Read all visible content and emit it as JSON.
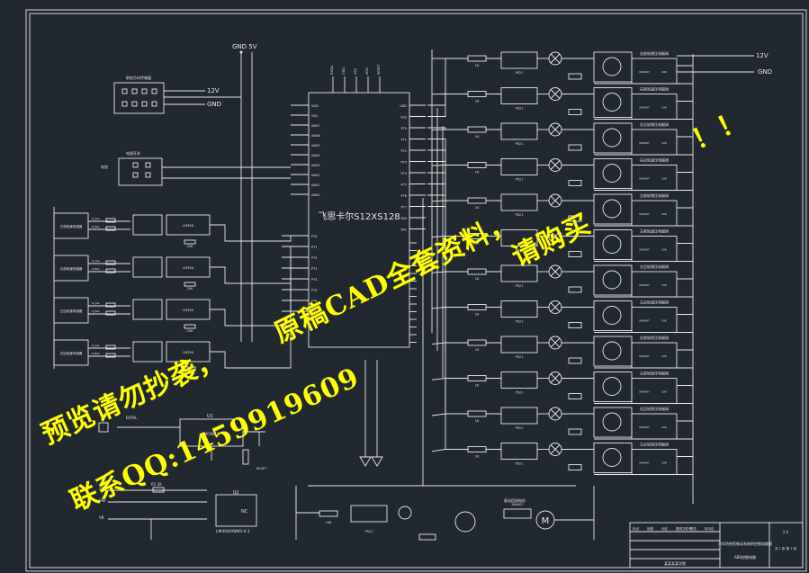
{
  "power": {
    "gnd_5v": "GND 5V",
    "v12": "12V",
    "gnd": "GND"
  },
  "mcu": {
    "name": "飞思卡尔S12XS128",
    "left_pins": [
      "VDD",
      "VSS",
      "AN07",
      "AN06",
      "AN05",
      "AN04",
      "AN03",
      "AN02",
      "AN01",
      "AN00"
    ],
    "left_pins2": [
      "PT0",
      "PT1",
      "PT2",
      "PT3",
      "PT4",
      "PT5",
      "PT6",
      "PT7"
    ],
    "right_pins": [
      "VDD",
      "VSS",
      "PT0",
      "PT1",
      "PT2",
      "PT3",
      "PT4",
      "PT5",
      "PT6",
      "PT7",
      "PA0",
      "PA1"
    ],
    "top_pins": [
      "EXTAL",
      "XTAL",
      "VSS",
      "VDD",
      "RESET"
    ]
  },
  "left_blocks": {
    "conn1": "前轮方向传感器",
    "conn2": "电池",
    "conn2_title": "电源开关",
    "sensors": [
      "左前轮速传感器",
      "右前轮速传感器",
      "左后轮速传感器",
      "右后轮速传感器"
    ],
    "sensor_pins": [
      "Z_ALL",
      "Z_BLL"
    ],
    "resistor": "20K",
    "opamp": "LM358"
  },
  "valve_labels": [
    "右前轮增压电磁阀",
    "右前轮减压电磁阀",
    "右后轮增压电磁阀",
    "右后轮减压电磁阀",
    "左前轮增压电磁阀",
    "左前轮减压电磁阀",
    "左后轮增压电磁阀",
    "左后轮减压电磁阀",
    "右前轮保压电磁阀",
    "左前轮保压电磁阀",
    "右后轮保压电磁阀",
    "左后轮保压电磁阀"
  ],
  "valve_small": {
    "r1": "1K",
    "opto": "P521",
    "diode": "1N4007",
    "r2": "10K"
  },
  "motor": {
    "label": "驱动回流电机",
    "m": "M",
    "r": "10K",
    "opto": "P521",
    "diode": "1N4007"
  },
  "bottom_left": {
    "vdd": "VDD",
    "vin": "VIN",
    "vr": "VR",
    "res": "R1 1K",
    "reg": "LM4040AIM3-4.1",
    "u": "U2",
    "nc": "NC",
    "u1": "U1",
    "xtal": "EXTAL",
    "chip": "MC9S12",
    "btn": "RESET"
  },
  "title_block": {
    "row1": [
      "标记",
      "处数",
      "分区",
      "更改文件号",
      "签名",
      "年月日"
    ],
    "title": "汽车防抱死制动系统的控制电路图",
    "school": "某某某某学院",
    "sheet": "共 1 张 第 1 张",
    "scale": "1:1",
    "drawing_no": "ABS控制电路"
  },
  "watermark": {
    "line1": "预览请勿抄袭，",
    "line2": "联系QQ:1459919609",
    "line3": "原稿CAD全套资料，",
    "line4": "请购买",
    "line5": "！！"
  }
}
